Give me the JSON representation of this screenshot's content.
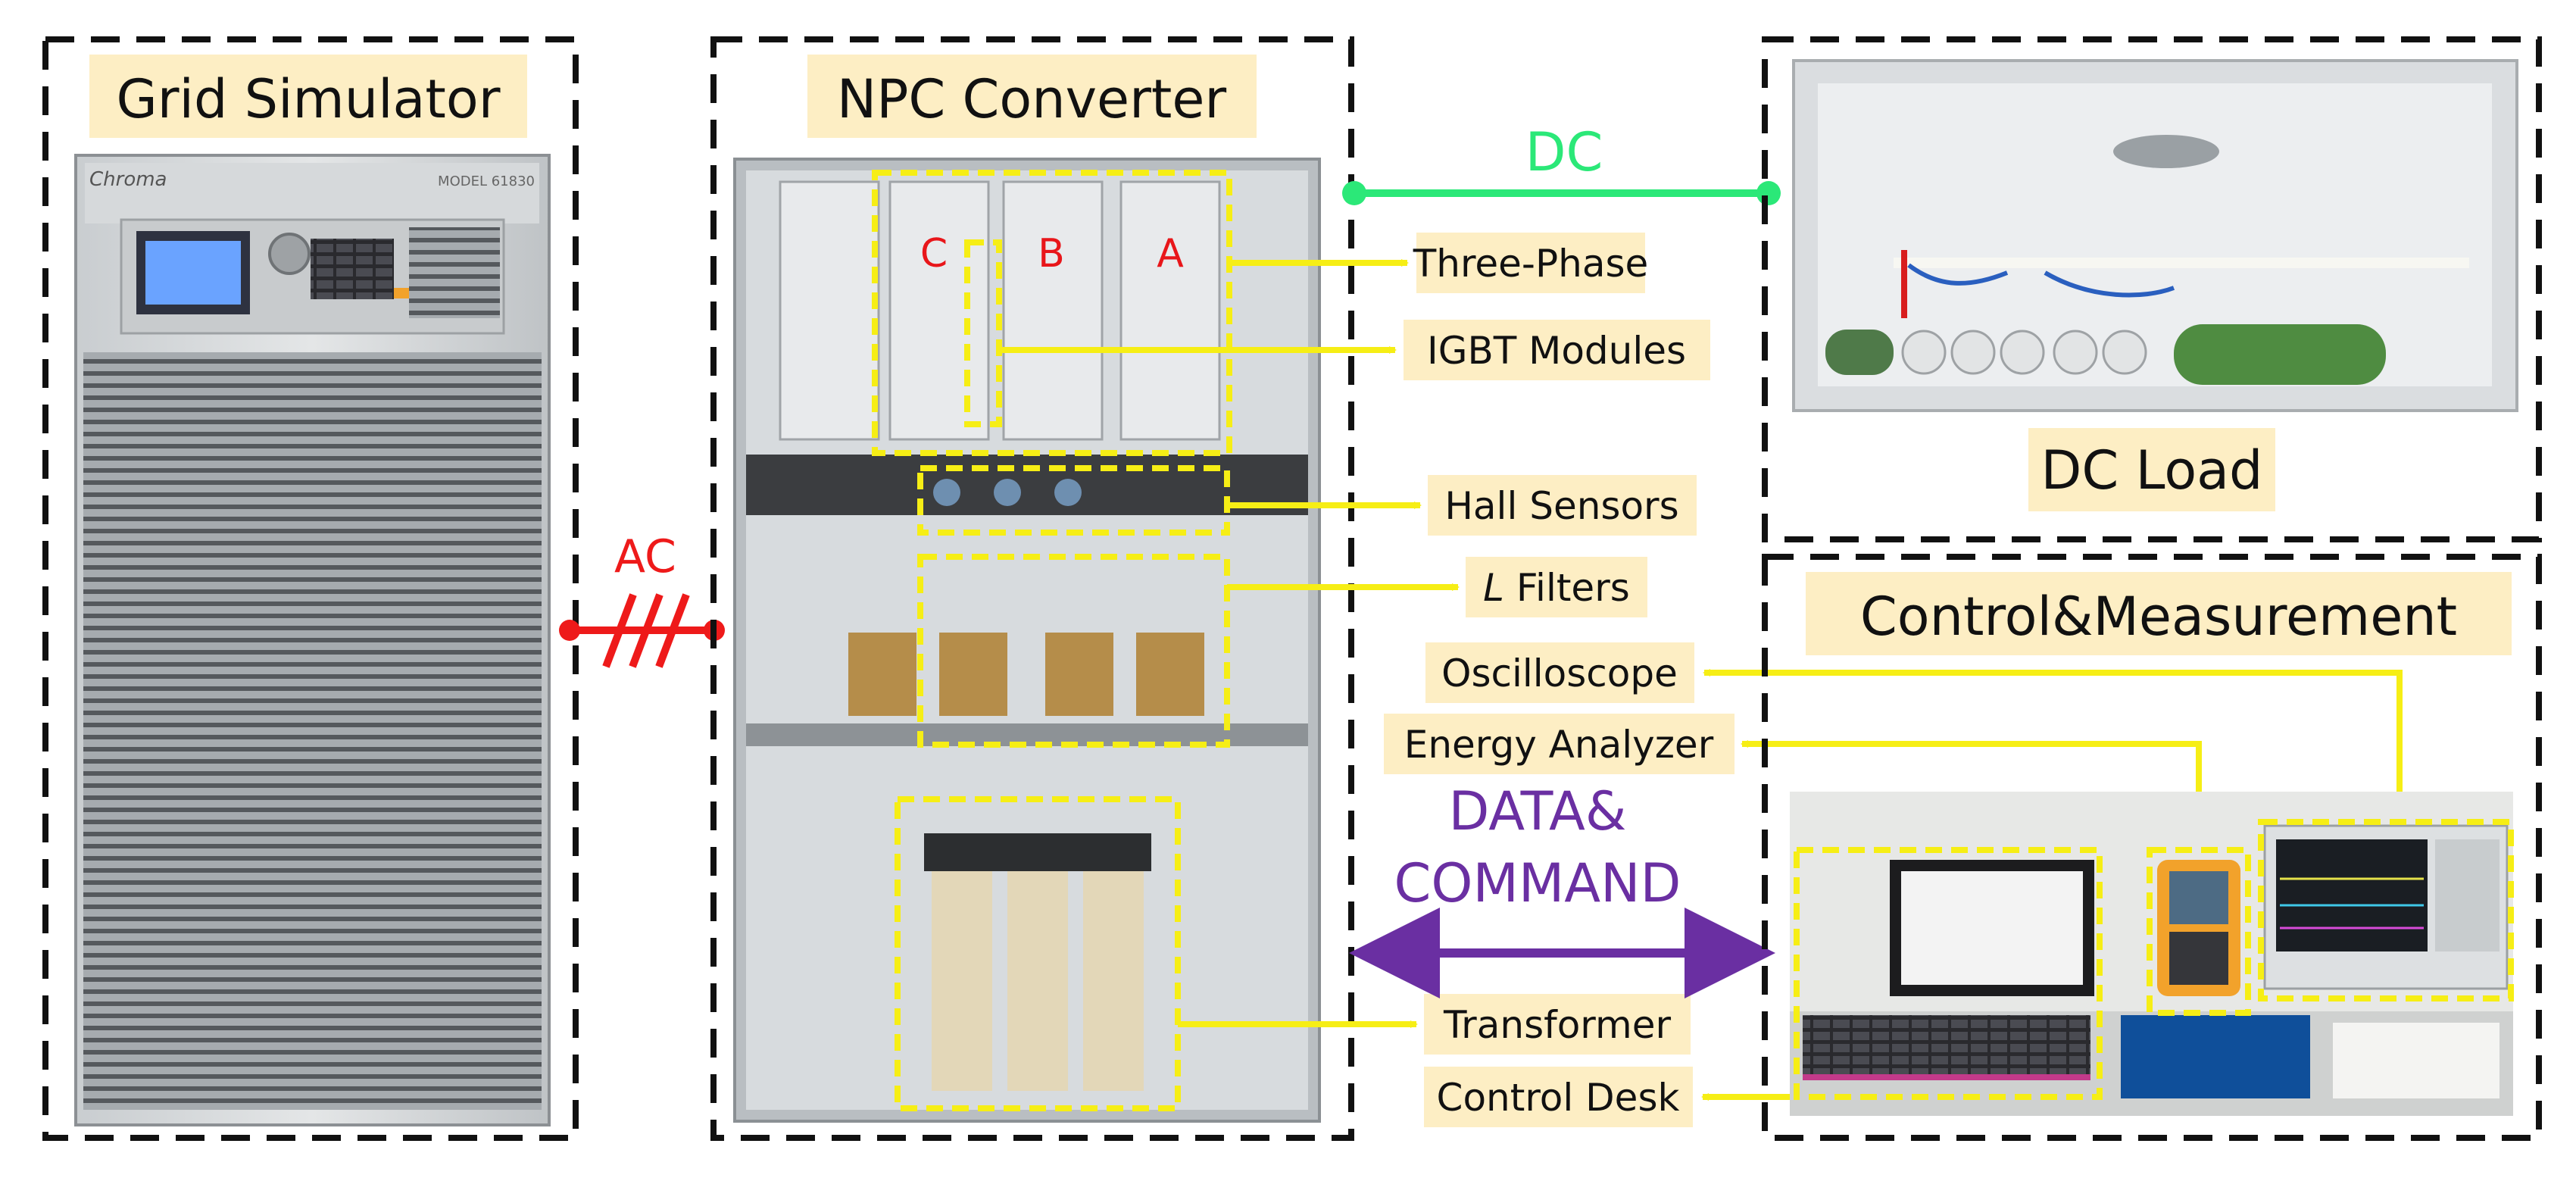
{
  "colors": {
    "frame": "#111111",
    "highlight_box": "#f6ee15",
    "arrow_yellow": "#f6ee15",
    "dc_link": "#2be878",
    "ac_link": "#ee1a1a",
    "data_link": "#6a2fa2",
    "phase_letters": "#e8161a",
    "label_background": "#fdeec4"
  },
  "icons": {
    "grid_simulator": "chroma-grid-simulator-photo",
    "npc_converter": "npc-converter-cabinet-photo",
    "dc_load": "dc-load-resistor-cabinet-photo",
    "control_measurement": "control-desk-instruments-photo"
  },
  "panels": {
    "grid_simulator": {
      "title": "Grid Simulator",
      "brand": "Chroma",
      "model": "MODEL 61830"
    },
    "npc_converter": {
      "title": "NPC Converter",
      "phases": [
        "C",
        "B",
        "A"
      ]
    },
    "dc_load": {
      "title": "DC Load"
    },
    "control": {
      "title": "Control&Measurement"
    }
  },
  "links": {
    "ac": "AC",
    "dc": "DC",
    "data_line1": "DATA&",
    "data_line2": "COMMAND"
  },
  "tags": {
    "three_phase": "Three-Phase",
    "igbt": "IGBT Modules",
    "hall": "Hall Sensors",
    "filters_symbol": "L",
    "filters_rest": " Filters",
    "oscilloscope": "Oscilloscope",
    "energy_analyzer": "Energy Analyzer",
    "transformer": "Transformer",
    "control_desk": "Control Desk"
  }
}
